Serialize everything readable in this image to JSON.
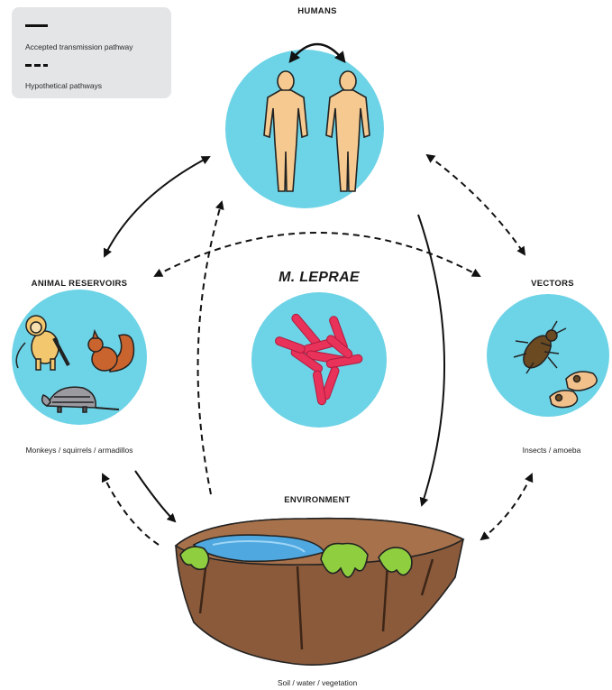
{
  "legend": {
    "solid_label": "Accepted transmission pathway",
    "dashed_label": "Hypothetical pathways"
  },
  "nodes": {
    "humans": {
      "title": "HUMANS"
    },
    "animal_reservoirs": {
      "title": "ANIMAL RESERVOIRS",
      "caption": "Monkeys / squirrels / armadillos"
    },
    "center": {
      "title": "M. LEPRAE"
    },
    "vectors": {
      "title": "VECTORS",
      "caption": "Insects / amoeba"
    },
    "environment": {
      "title": "ENVIRONMENT",
      "caption": "Soil / water / vegetation"
    }
  },
  "colors": {
    "circle": "#6dd3e6",
    "skin": "#f5c98f",
    "bacteria": "#e8325a",
    "soil": "#8a5a3b",
    "grass": "#8fcf3f",
    "water": "#4fa8e0"
  }
}
